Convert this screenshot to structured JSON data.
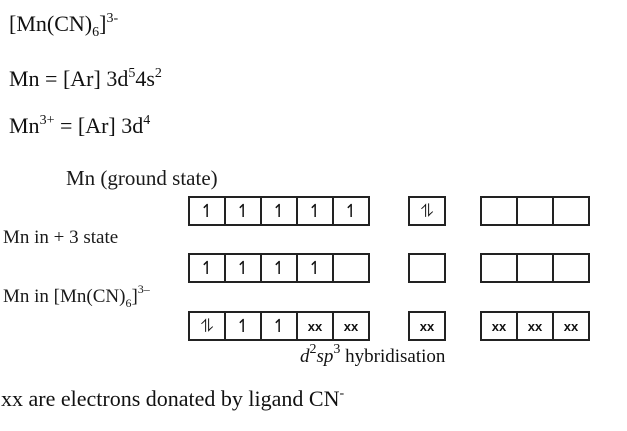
{
  "formulas": {
    "complex": {
      "base": "[Mn(CN)",
      "sub": "6",
      "close": "]",
      "charge": "3-"
    },
    "mn_config": {
      "prefix": "Mn = [Ar] 3d",
      "sup1": "5",
      "mid": "4s",
      "sup2": "2"
    },
    "mn3_config": {
      "prefix": "Mn",
      "charge": "3+",
      "mid": " = [Ar] 3d",
      "sup": "4"
    }
  },
  "diagram": {
    "heading": "Mn (ground state)",
    "label_plus3": "Mn in + 3 state",
    "label_complex": {
      "base": "Mn in [Mn(CN)",
      "sub": "6",
      "close": "]",
      "charge": "3–"
    },
    "rows": [
      {
        "d": [
          "↿",
          "↿",
          "↿",
          "↿",
          "↿"
        ],
        "s": [
          "⥮"
        ],
        "p": [
          "",
          "",
          ""
        ]
      },
      {
        "d": [
          "↿",
          "↿",
          "↿",
          "↿",
          ""
        ],
        "s": [
          ""
        ],
        "p": [
          "",
          "",
          ""
        ]
      },
      {
        "d": [
          "⥮",
          "↿",
          "↿",
          "xx",
          "xx"
        ],
        "s": [
          "xx"
        ],
        "p": [
          "xx",
          "xx",
          "xx"
        ]
      }
    ],
    "hybridisation": {
      "d": "d",
      "d_sup": "2",
      "sp": "sp",
      "sp_sup": "3",
      "text": " hybridisation"
    }
  },
  "footnote": {
    "text": "xx are electrons donated by ligand CN",
    "sup": "-"
  }
}
